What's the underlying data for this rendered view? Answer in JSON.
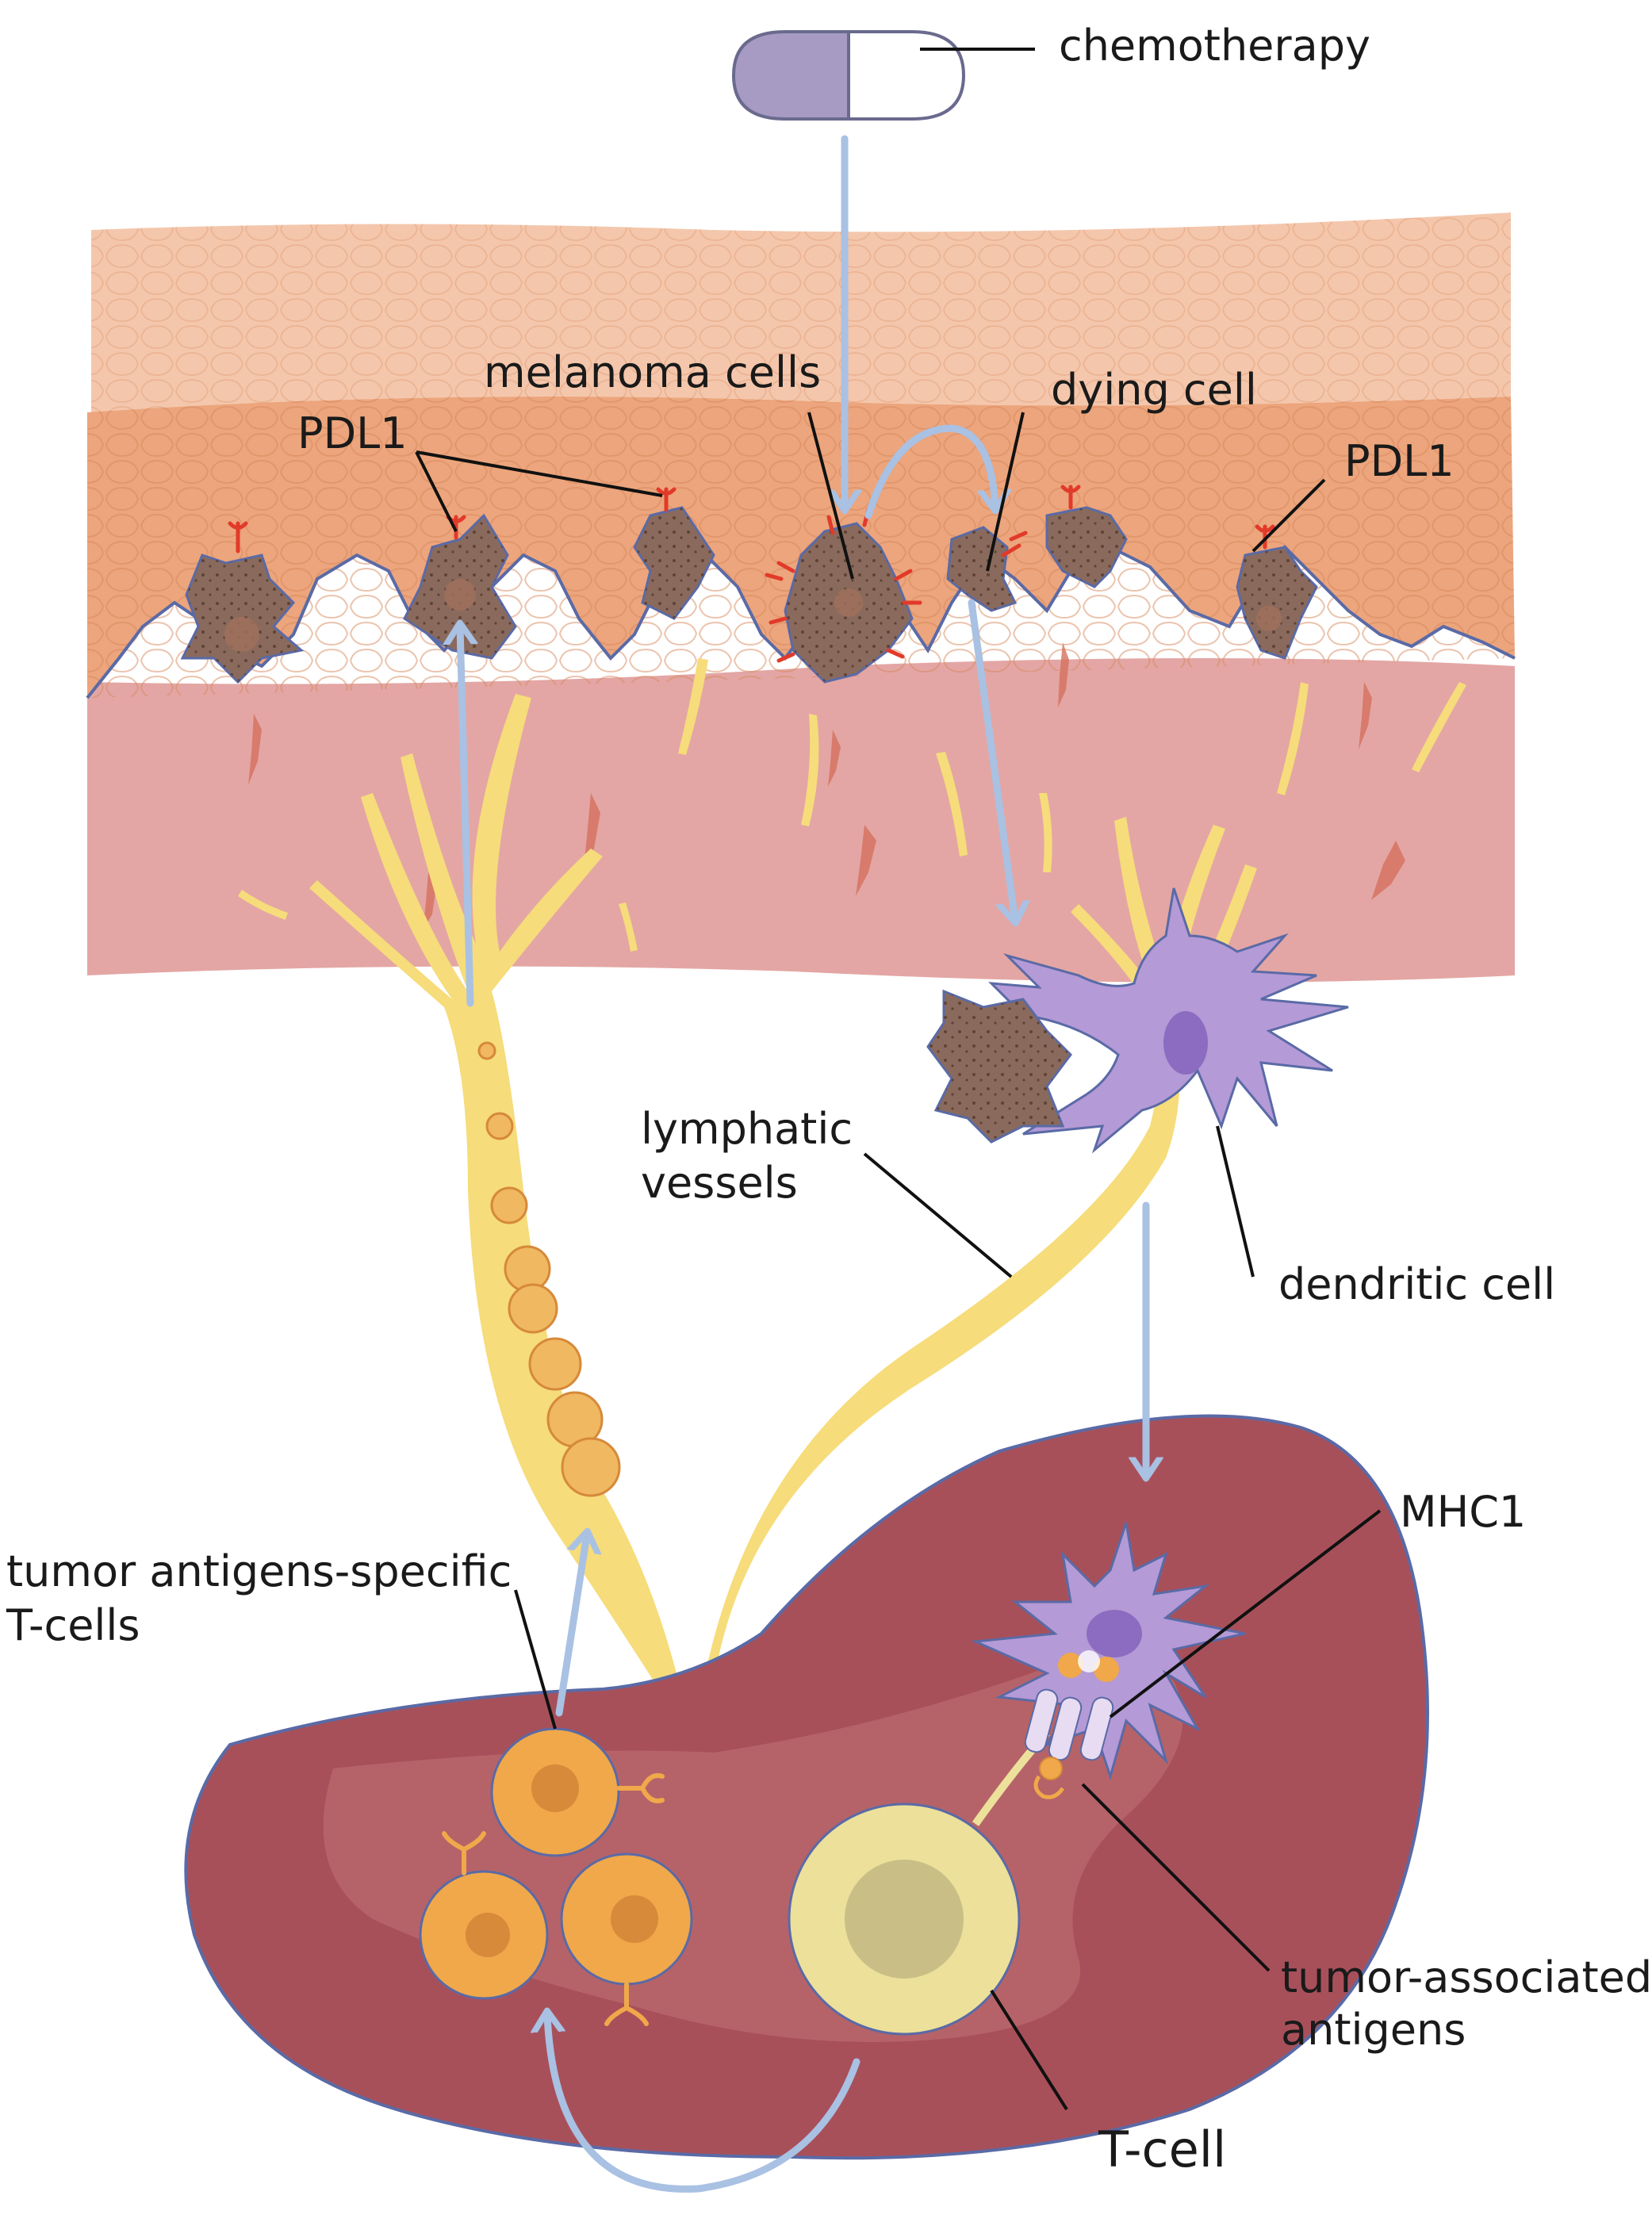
{
  "labels": {
    "chemotherapy": "chemotherapy",
    "melanoma_cells": "melanoma cells",
    "dying_cell": "dying cell",
    "pdl1_left": "PDL1",
    "pdl1_right": "PDL1",
    "lymphatic_line1": "lymphatic",
    "lymphatic_line2": "vessels",
    "dendritic_cell": "dendritic cell",
    "mhc1": "MHC1",
    "tumor_specific_line1": "tumor antigens-specific",
    "tumor_specific_line2": "T-cells",
    "tumor_associated_line1": "tumor-associated",
    "tumor_associated_line2": "antigens",
    "t_cell": "T-cell"
  },
  "colors": {
    "arrow": "#a9c1e3",
    "lymph": "#f6dc7a",
    "pdl1": "#e23a2a",
    "dendritic": "#b49ad6",
    "lymph_node": "#a8505a",
    "melanoma": "#8a6a5c",
    "t_cell_orange": "#f0a84a",
    "t_cell_pale": "#ece09a",
    "skin_top": "#f2b08e",
    "dermis": "#e2a3a1",
    "pill": "#a79bc3"
  }
}
